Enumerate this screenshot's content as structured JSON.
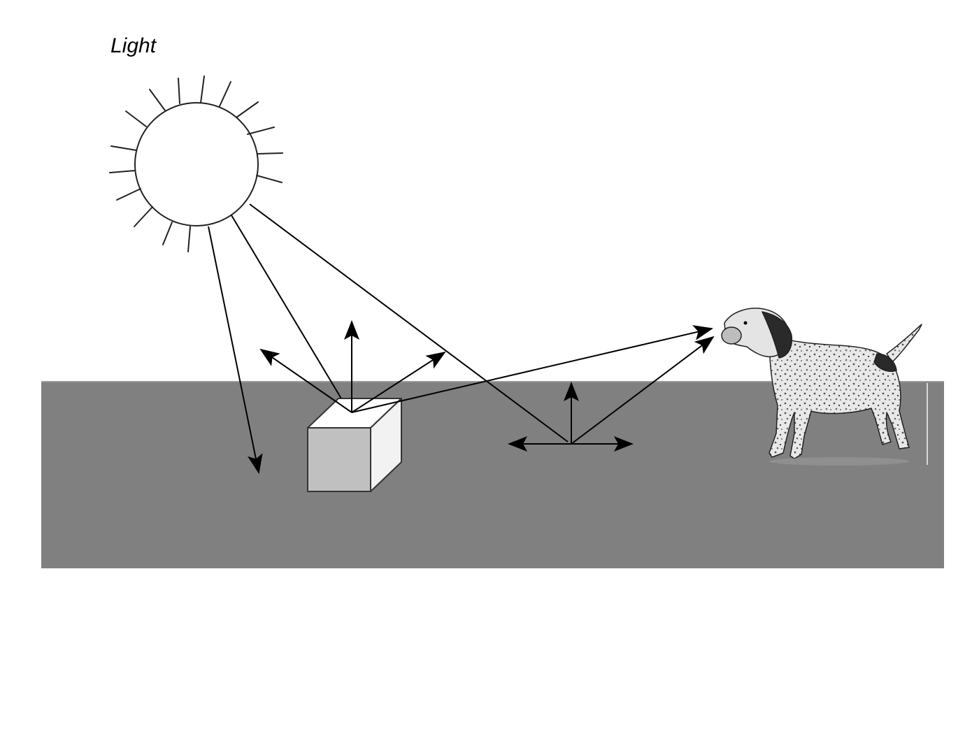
{
  "labels": {
    "light": "Light"
  },
  "colors": {
    "background": "#ffffff",
    "ground": "#808080",
    "ground_edge": "#9a9a9a",
    "ray": "#000000",
    "sun_fill": "#ffffff",
    "sun_stroke": "#222222",
    "cube_top": "#ffffff",
    "cube_front": "#c0c0c0",
    "cube_side": "#f2f2f2",
    "cube_stroke": "#333333"
  },
  "icons": {
    "sun": "sun-icon",
    "cube": "cube-object",
    "dog": "dog-observer"
  }
}
